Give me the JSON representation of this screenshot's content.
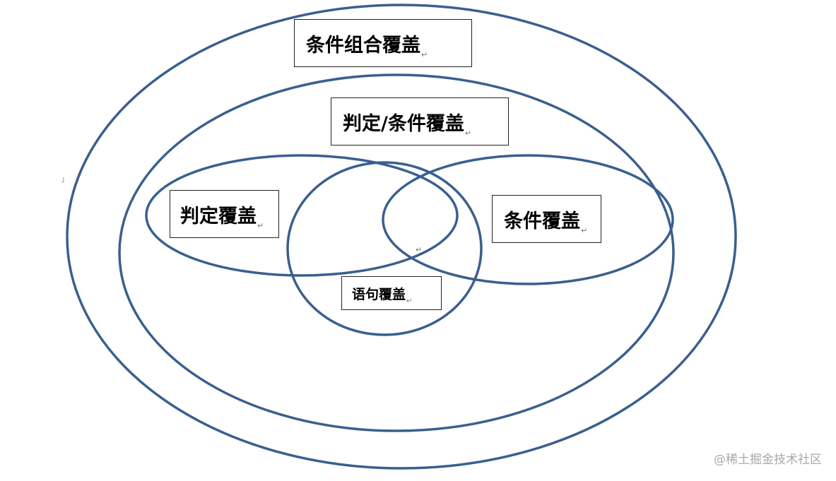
{
  "diagram": {
    "stroke_color": "#3a5f8f",
    "labels": {
      "condition_combination": "条件组合覆盖",
      "decision_condition": "判定/条件覆盖",
      "decision": "判定覆盖",
      "condition": "条件覆盖",
      "statement": "语句覆盖"
    },
    "paragraph_mark": "↵"
  },
  "watermark": "@稀土掘金技术社区"
}
